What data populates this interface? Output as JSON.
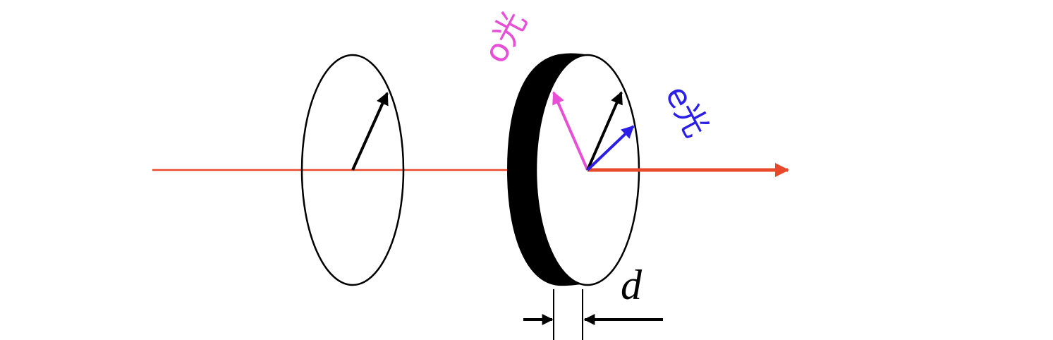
{
  "labels": {
    "o_ray": "o光",
    "e_ray": "e光",
    "thickness": "d"
  },
  "colors": {
    "beam": "#e8492b",
    "o_ray": "#e64fd6",
    "e_ray": "#2b1ee6",
    "outline": "#000000",
    "fill": "#ffffff"
  }
}
